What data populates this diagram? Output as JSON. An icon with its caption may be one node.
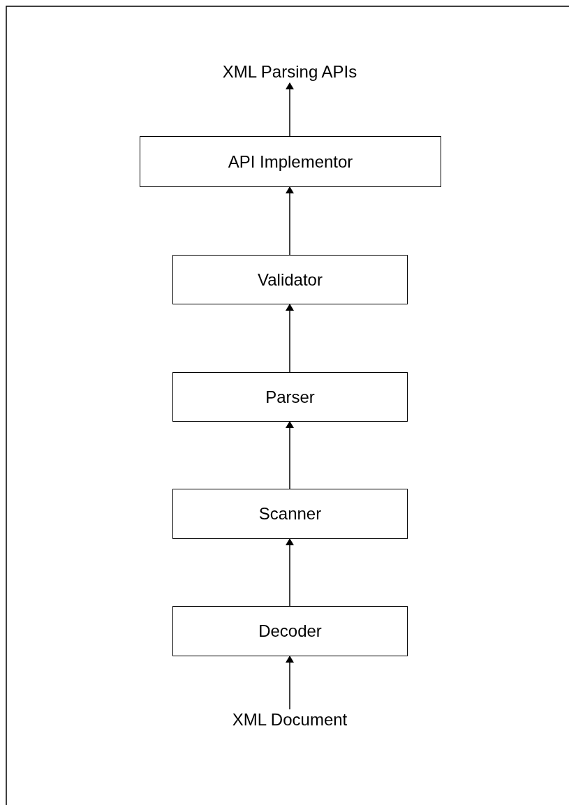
{
  "diagram": {
    "nodes": [
      {
        "text": [
          "XML Parsing APIs"
        ]
      },
      {
        "text": [
          "API Implementor"
        ]
      },
      {
        "text": [
          "Validator"
        ]
      },
      {
        "text": [
          "Parser"
        ]
      },
      {
        "text": [
          "Scanner"
        ]
      },
      {
        "text": [
          "Decoder"
        ]
      },
      {
        "text": [
          "XML Document"
        ]
      }
    ],
    "edges": [
      {
        "from": 6,
        "to": 5,
        "arrow": "to"
      },
      {
        "from": 5,
        "to": 4,
        "arrow": "to"
      },
      {
        "from": 4,
        "to": 3,
        "arrow": "to"
      },
      {
        "from": 3,
        "to": 2,
        "arrow": "to"
      },
      {
        "from": 2,
        "to": 1,
        "arrow": "to"
      },
      {
        "from": 1,
        "to": 0,
        "arrow": "to"
      }
    ]
  }
}
